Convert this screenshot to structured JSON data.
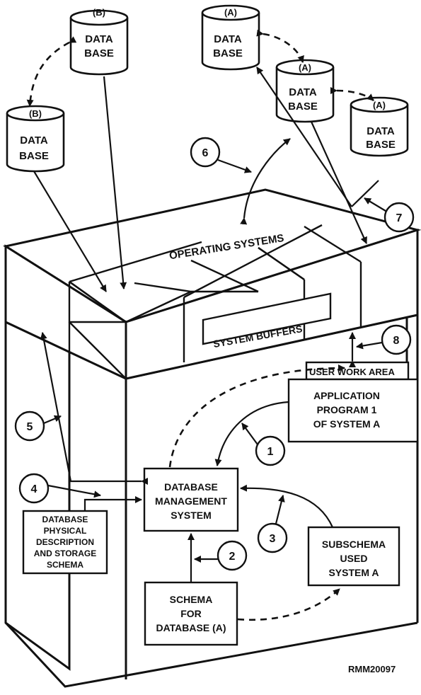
{
  "diagram": {
    "databases": [
      {
        "id": "db-b-top",
        "tag": "(B)",
        "line1": "DATA",
        "line2": "BASE"
      },
      {
        "id": "db-b-left",
        "tag": "(B)",
        "line1": "DATA",
        "line2": "BASE"
      },
      {
        "id": "db-a-top",
        "tag": "(A)",
        "line1": "DATA",
        "line2": "BASE"
      },
      {
        "id": "db-a-mid",
        "tag": "(A)",
        "line1": "DATA",
        "line2": "BASE"
      },
      {
        "id": "db-a-right",
        "tag": "(A)",
        "line1": "DATA",
        "line2": "BASE"
      }
    ],
    "operating_systems_label": "OPERATING SYSTEMS",
    "system_buffers_label": "SYSTEM BUFFERS",
    "user_work_area_label": "USER WORK AREA",
    "application_program": [
      "APPLICATION",
      "PROGRAM 1",
      "OF SYSTEM A"
    ],
    "dbms": [
      "DATABASE",
      "MANAGEMENT",
      "SYSTEM"
    ],
    "physical_description": [
      "DATABASE",
      "PHYSICAL",
      "DESCRIPTION",
      "AND STORAGE",
      "SCHEMA"
    ],
    "subschema": [
      "SUBSCHEMA",
      "USED",
      "SYSTEM A"
    ],
    "schema": [
      "SCHEMA",
      "FOR",
      "DATABASE (A)"
    ],
    "callouts": [
      "1",
      "2",
      "3",
      "4",
      "5",
      "6",
      "7",
      "8"
    ],
    "figure_id": "RMM20097"
  }
}
